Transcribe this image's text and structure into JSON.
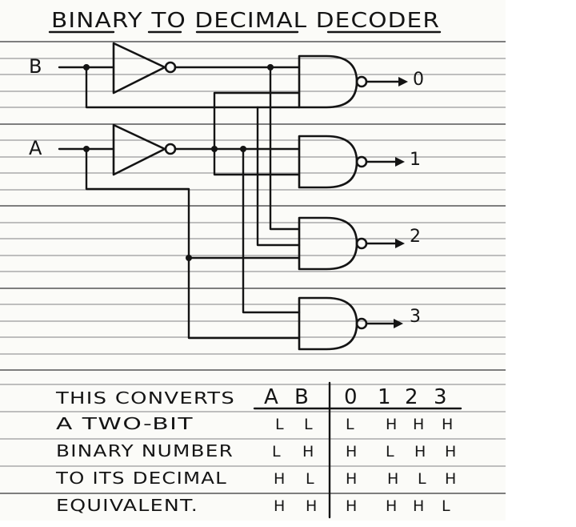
{
  "title": "BINARY TO DECIMAL DECODER",
  "inputs": {
    "b": "B",
    "a": "A"
  },
  "outputs": [
    "0",
    "1",
    "2",
    "3"
  ],
  "gates": {
    "inverters": [
      "inverter-b",
      "inverter-a"
    ],
    "nand_gates": [
      "nand-0",
      "nand-1",
      "nand-2",
      "nand-3"
    ]
  },
  "note": {
    "lines": [
      "THIS CONVERTS",
      "A TWO-BIT",
      "BINARY NUMBER",
      "TO ITS DECIMAL",
      "EQUIVALENT."
    ]
  },
  "truth_table": {
    "input_headers": [
      "A",
      "B"
    ],
    "output_headers": [
      "0",
      "1",
      "2",
      "3"
    ],
    "rows": [
      {
        "inputs": [
          "L",
          "L"
        ],
        "outputs": [
          "L",
          "H",
          "H",
          "H"
        ]
      },
      {
        "inputs": [
          "L",
          "H"
        ],
        "outputs": [
          "H",
          "L",
          "H",
          "H"
        ]
      },
      {
        "inputs": [
          "H",
          "L"
        ],
        "outputs": [
          "H",
          "H",
          "L",
          "H"
        ]
      },
      {
        "inputs": [
          "H",
          "H"
        ],
        "outputs": [
          "H",
          "H",
          "H",
          "L"
        ]
      }
    ]
  }
}
